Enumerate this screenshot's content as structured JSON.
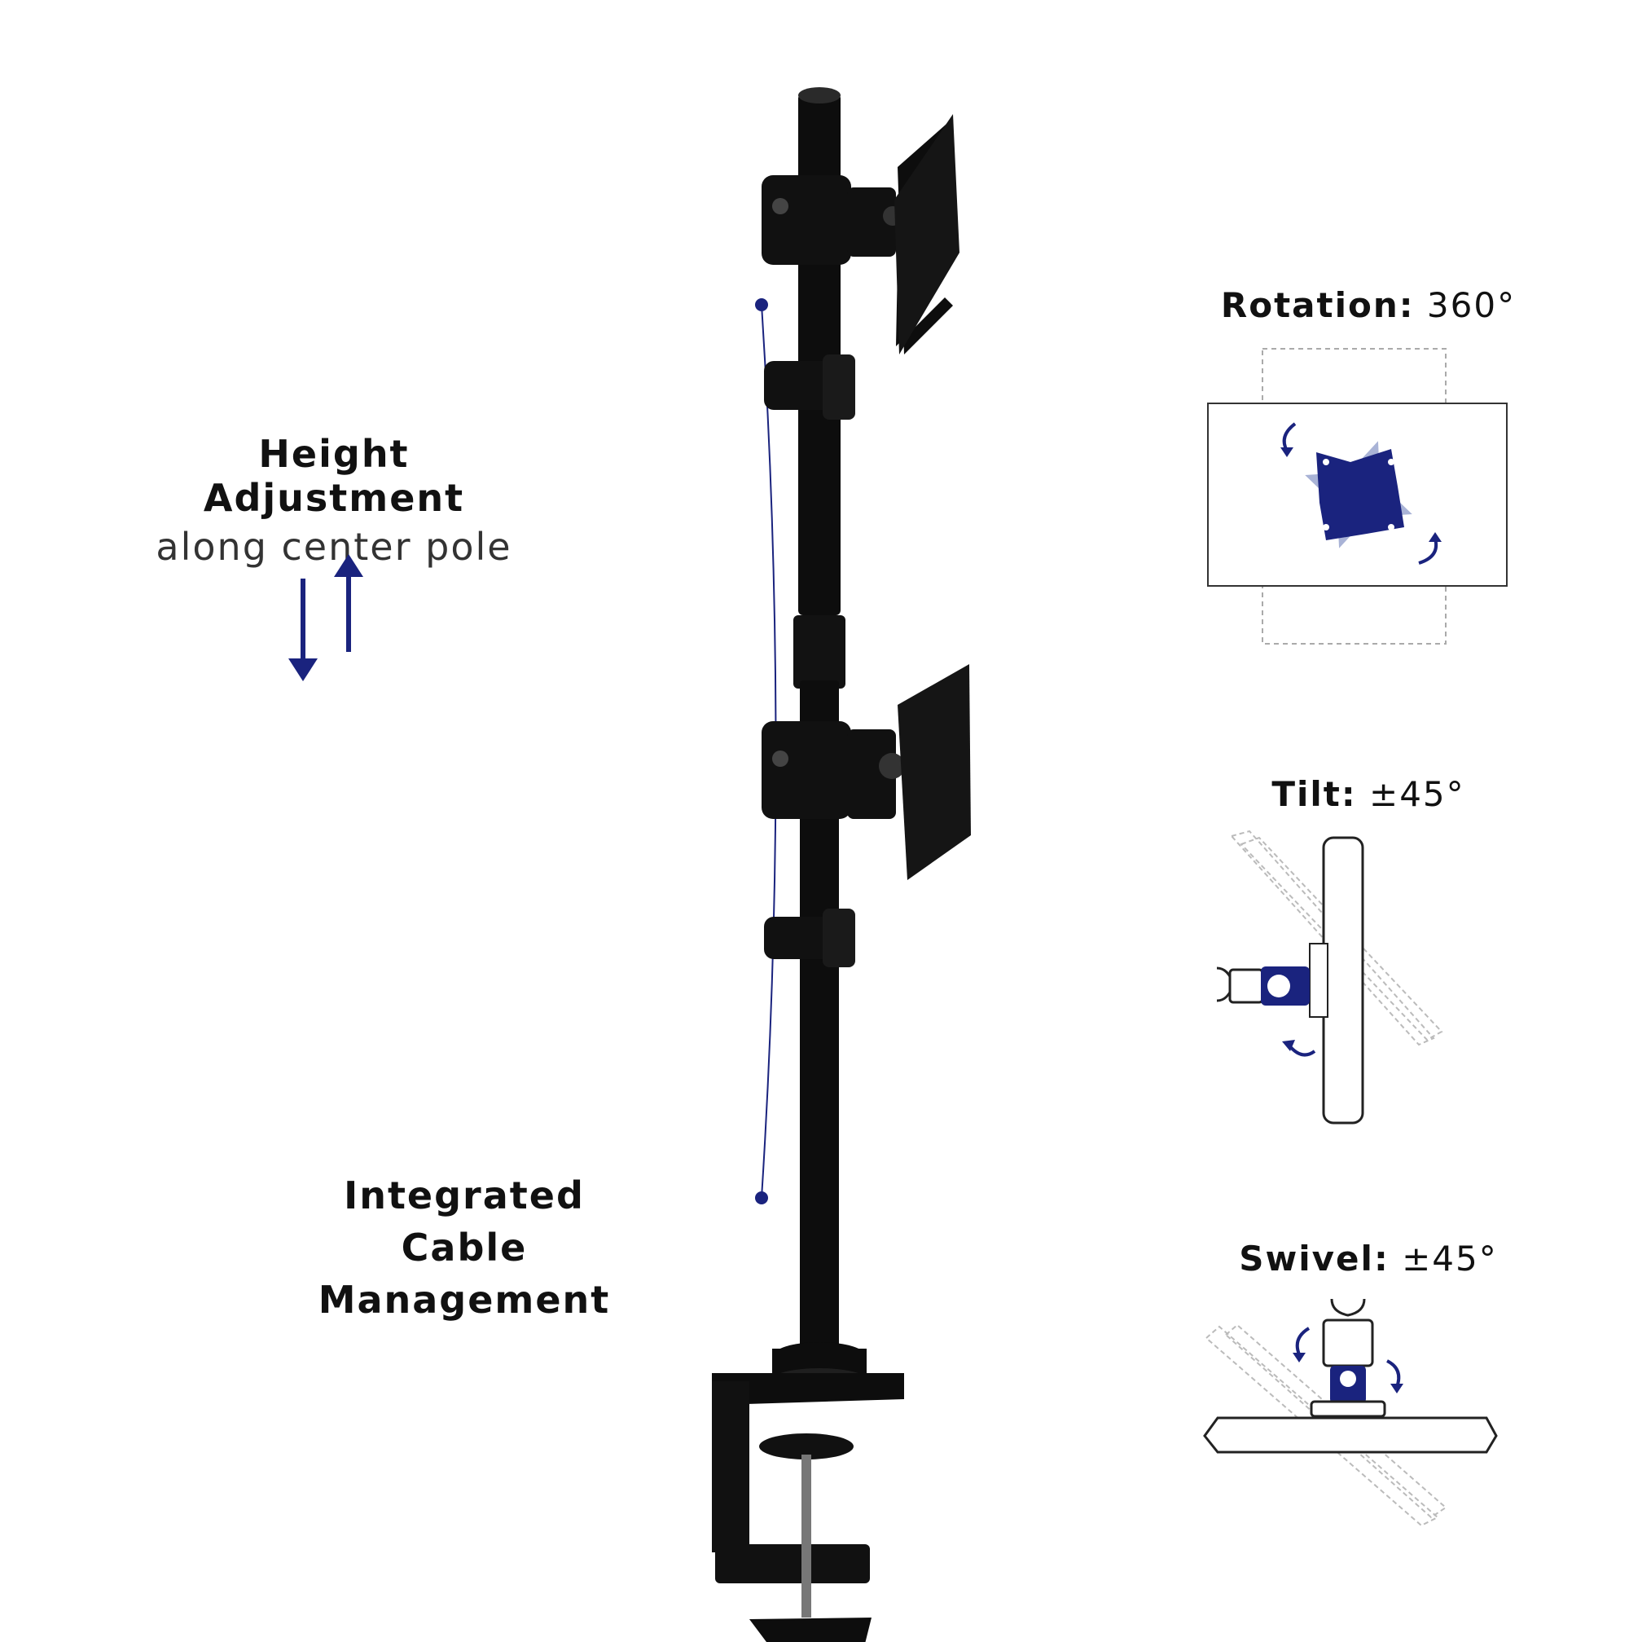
{
  "height_adjustment": {
    "title": "Height Adjustment",
    "subtitle": "along center pole"
  },
  "cable_management": {
    "line1": "Integrated",
    "line2": "Cable Management"
  },
  "rotation": {
    "label": "Rotation:",
    "value": "360°"
  },
  "tilt": {
    "label": "Tilt:",
    "value": "±45°"
  },
  "swivel": {
    "label": "Swivel:",
    "value": "±45°"
  },
  "colors": {
    "accent": "#1a237e",
    "mount": "#0d0d0d",
    "outline": "#222222",
    "ghost": "#bbbbbb"
  }
}
